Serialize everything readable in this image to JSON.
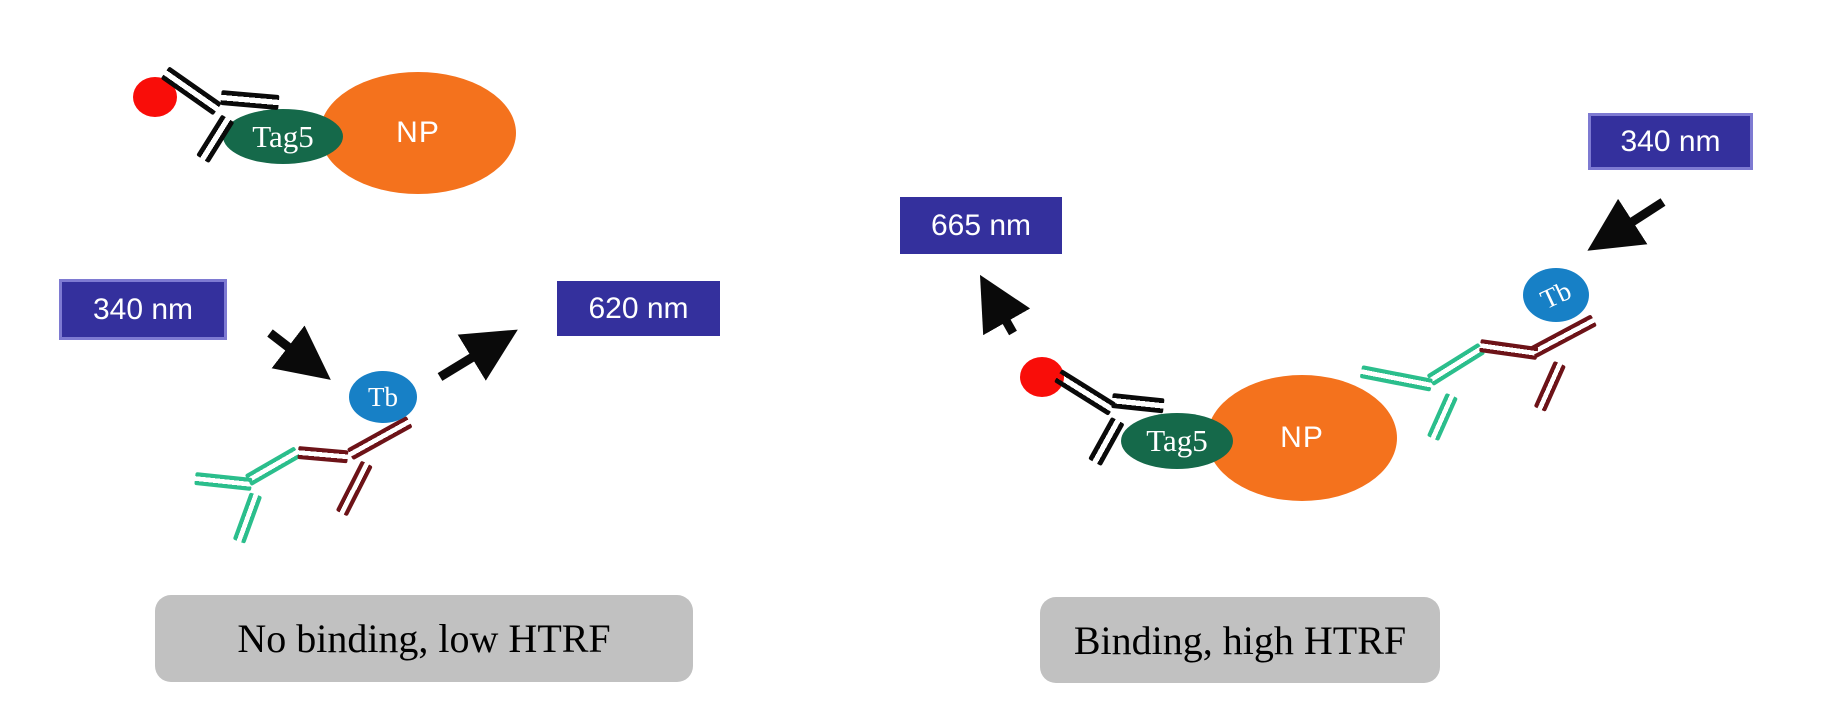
{
  "colors": {
    "navy": "#34309D",
    "navy-border": "#7E7AD2",
    "orange": "#F4721D",
    "green": "#15694A",
    "blue": "#1780C6",
    "red": "#F90D09",
    "teal": "#2BBE8C",
    "maroon": "#6D1318",
    "graybox": "#C1C1C1"
  },
  "left": {
    "excitation": "340 nm",
    "emission": "620 nm",
    "np": "NP",
    "tag": "Tag5",
    "donor": "Tb",
    "caption": "No binding, low HTRF"
  },
  "right": {
    "excitation": "340 nm",
    "emission": "665 nm",
    "np": "NP",
    "tag": "Tag5",
    "donor": "Tb",
    "caption": "Binding, high HTRF"
  }
}
